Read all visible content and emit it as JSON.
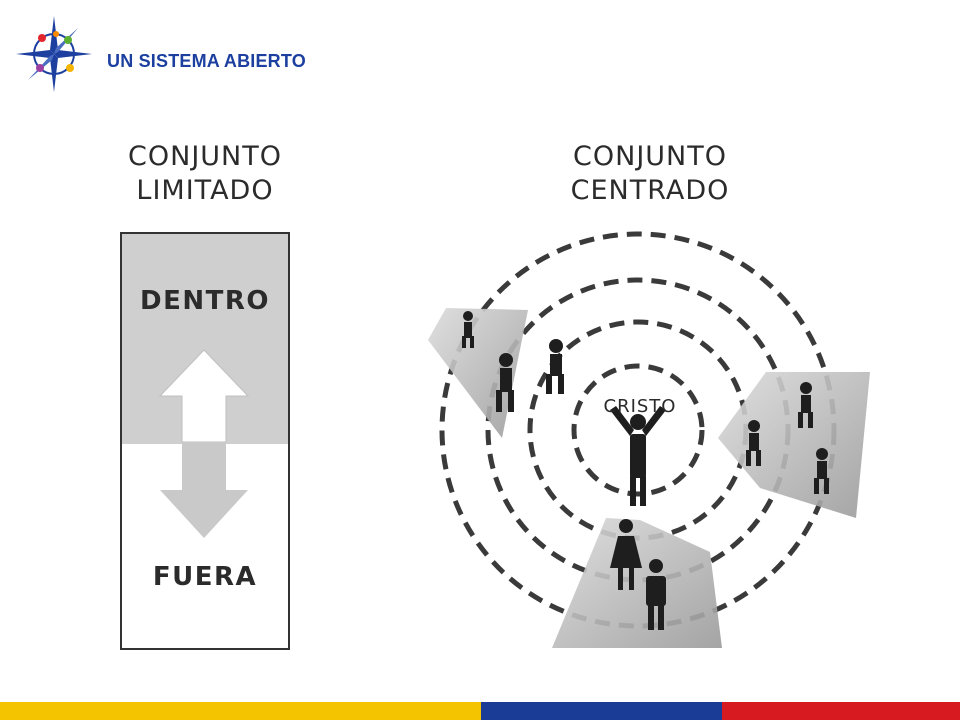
{
  "header": {
    "brand_text": "UN SISTEMA ABIERTO",
    "logo_icon": "compass-star-icon"
  },
  "left_panel": {
    "title_line1": "CONJUNTO",
    "title_line2": "LIMITADO",
    "inside_label": "DENTRO",
    "outside_label": "FUERA"
  },
  "right_panel": {
    "title_line1": "CONJUNTO",
    "title_line2": "CENTRADO",
    "center_label": "CRISTO",
    "ring_count": 4
  },
  "colors": {
    "brand_blue": "#1c3fa0",
    "footer_yellow": "#f5c400",
    "footer_blue": "#1b3c96",
    "footer_red": "#d71920",
    "inside_gray": "#cfcfcf",
    "arrow_gray": "#c9c9c9",
    "ink": "#2b2b2b"
  }
}
